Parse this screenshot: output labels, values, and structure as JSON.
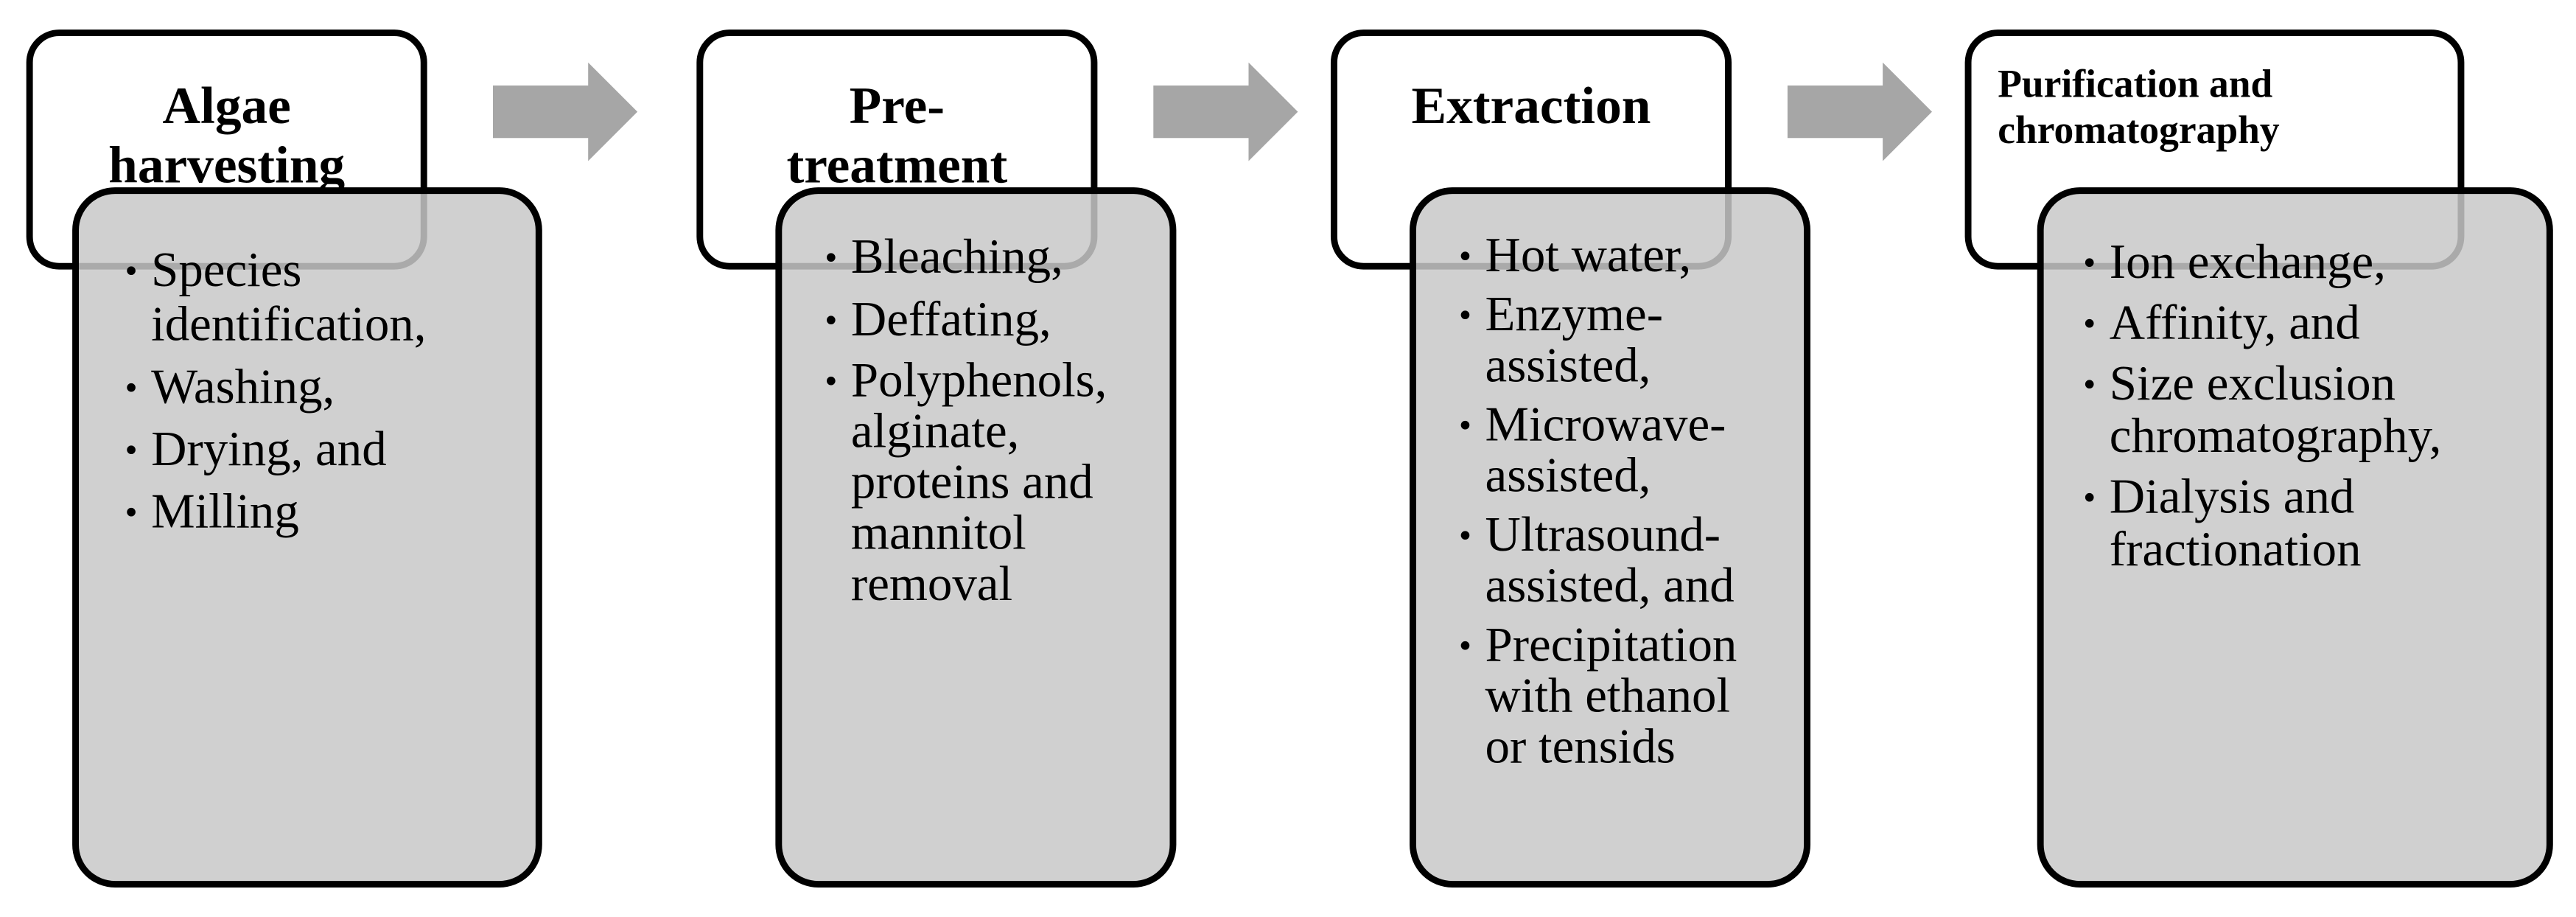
{
  "steps": [
    {
      "title": "Algae\nharvesting",
      "items": [
        "Species\nidentification,",
        "Washing,",
        "Drying, and",
        "Milling"
      ]
    },
    {
      "title": "Pre-\ntreatment",
      "items": [
        "Bleaching,",
        "Deffating,",
        "Polyphenols,\nalginate,\nproteins and\nmannitol\nremoval"
      ]
    },
    {
      "title": "Extraction",
      "items": [
        "Hot water,",
        "Enzyme-\nassisted,",
        "Microwave-\nassisted,",
        "Ultrasound-\nassisted, and",
        "Precipitation\nwith ethanol\nor tensids"
      ]
    },
    {
      "title": "Purification and\nchromatography",
      "items": [
        "Ion exchange,",
        "Affinity, and",
        "Size exclusion\nchromatography,",
        "Dialysis and\nfractionation"
      ]
    }
  ],
  "colors": {
    "title_fill": "#ffffff",
    "body_fill": "#c8c8c8",
    "arrow_fill": "#a6a6a6",
    "outline": "#000000"
  },
  "icons": {
    "arrow": "right-arrow-icon"
  }
}
